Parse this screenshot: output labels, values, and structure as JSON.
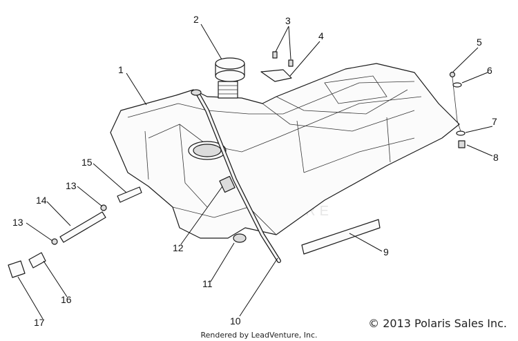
{
  "callouts": [
    {
      "label": "1"
    },
    {
      "label": "2"
    },
    {
      "label": "3"
    },
    {
      "label": "4"
    },
    {
      "label": "5"
    },
    {
      "label": "6"
    },
    {
      "label": "7"
    },
    {
      "label": "8"
    },
    {
      "label": "9"
    },
    {
      "label": "10"
    },
    {
      "label": "11"
    },
    {
      "label": "12"
    },
    {
      "label": "13"
    },
    {
      "label": "13"
    },
    {
      "label": "14"
    },
    {
      "label": "15"
    },
    {
      "label": "16"
    },
    {
      "label": "17"
    }
  ],
  "watermark": {
    "text": "LEADVENTURE"
  },
  "footer": {
    "copyright": "© 2013 Polaris Sales Inc.",
    "rendered_by": "Rendered by LeadVenture, Inc."
  }
}
